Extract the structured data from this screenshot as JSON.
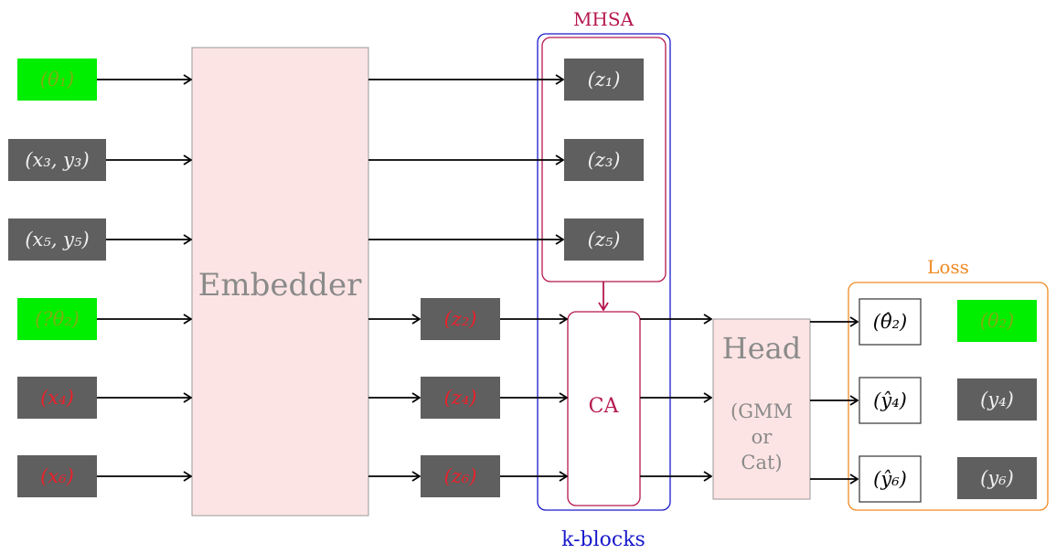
{
  "colors": {
    "token_dark": "#5f5f5f",
    "token_green": "#00ee00",
    "text_light": "#f0f0f0",
    "text_red": "#e8202a",
    "text_olive": "#7fae14",
    "module_fill": "#fde4e4",
    "module_stroke": "#999999",
    "module_text": "#8a8a8a",
    "attention": "#b5174f",
    "kblocks": "#1a1acc",
    "loss": "#f08a24",
    "arrow": "#000000"
  },
  "inputs": [
    {
      "label": "(θ₁)",
      "kind": "green",
      "text": "olive"
    },
    {
      "label": "(x₃, y₃)",
      "kind": "dark",
      "text": "light"
    },
    {
      "label": "(x₅, y₅)",
      "kind": "dark",
      "text": "light"
    },
    {
      "label": "(?θ₂)",
      "kind": "green",
      "text": "olive"
    },
    {
      "label": "(x₄)",
      "kind": "dark",
      "text": "red"
    },
    {
      "label": "(x₆)",
      "kind": "dark",
      "text": "red"
    }
  ],
  "embedder": {
    "label": "Embedder"
  },
  "context_tokens": [
    {
      "label": "(z₁)",
      "text": "light"
    },
    {
      "label": "(z₃)",
      "text": "light"
    },
    {
      "label": "(z₅)",
      "text": "light"
    }
  ],
  "target_tokens": [
    {
      "label": "(z₂)",
      "text": "red"
    },
    {
      "label": "(z₄)",
      "text": "red"
    },
    {
      "label": "(z₆)",
      "text": "red"
    }
  ],
  "mhsa": {
    "label": "MHSA"
  },
  "ca": {
    "label": "CA"
  },
  "kblocks": {
    "label": "k-blocks"
  },
  "head": {
    "label": "Head",
    "sublabel_lines": [
      "(GMM",
      "or",
      "Cat)"
    ]
  },
  "loss": {
    "label": "Loss"
  },
  "predictions": [
    {
      "label": "(θ̂₂)"
    },
    {
      "label": "(ŷ₄)"
    },
    {
      "label": "(ŷ₆)"
    }
  ],
  "targets": [
    {
      "label": "(θ₂)",
      "kind": "green",
      "text": "olive"
    },
    {
      "label": "(y₄)",
      "kind": "dark",
      "text": "light"
    },
    {
      "label": "(y₆)",
      "kind": "dark",
      "text": "light"
    }
  ]
}
